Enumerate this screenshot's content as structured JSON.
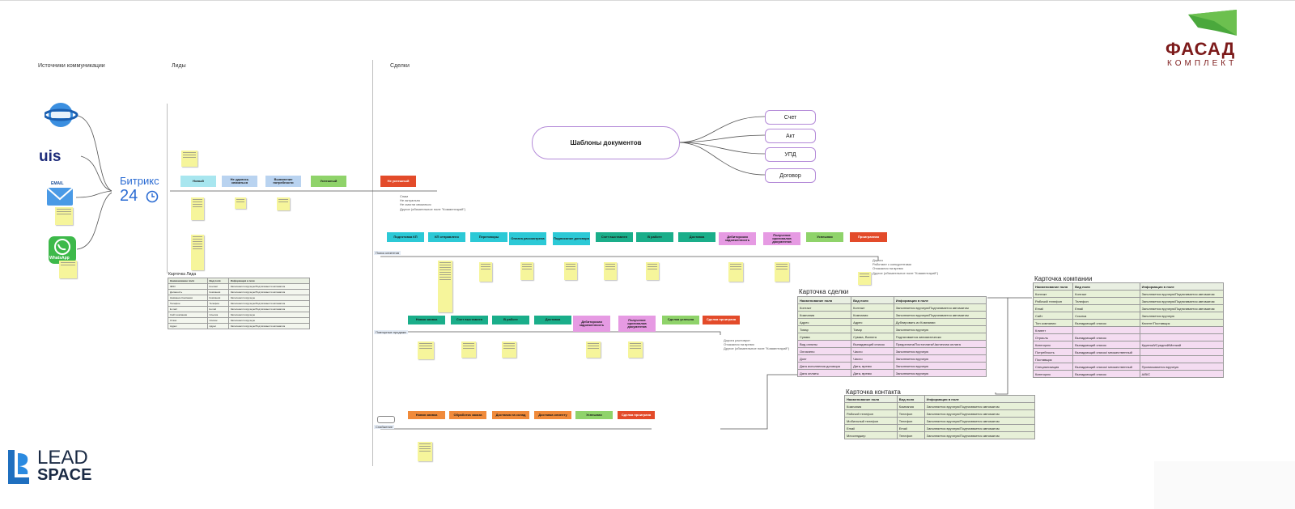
{
  "headers": {
    "sources": "Источники коммуникации",
    "leads": "Лиды",
    "deals": "Сделки"
  },
  "brand": {
    "fasad_line1": "ФАСАД",
    "fasad_line2": "КОМПЛЕКТ",
    "bitrix": "Битрикс",
    "bitrix_num": "24",
    "lead": "LEAD",
    "space": "SPACE",
    "whatsapp": "WhatsApp",
    "email": "EMAIL"
  },
  "mindmap": {
    "center": "Шаблоны документов",
    "items": [
      "Счет",
      "Акт",
      "УПД",
      "Договор"
    ]
  },
  "lead_stages": [
    {
      "label": "Новый",
      "color": "#a8e6ef"
    },
    {
      "label": "Не удалось связаться",
      "color": "#b9d3f0"
    },
    {
      "label": "Выявление потребности",
      "color": "#b9d3f0"
    },
    {
      "label": "Успешный",
      "color": "#8fd36a"
    },
    {
      "label": "Не успешный",
      "color": "#e34b2a"
    }
  ],
  "lead_fail_notes": [
    "Спам",
    "Не актуально",
    "Не смогли связаться",
    "Другое (обязательное поле \"Комментарий\")"
  ],
  "pipeline1": {
    "label": "Поиск клиентов",
    "stages": [
      {
        "label": "Подготовка КП",
        "color": "#2cc9d6"
      },
      {
        "label": "КП отправлено",
        "color": "#2cc9d6"
      },
      {
        "label": "Переговоры",
        "color": "#2cc9d6"
      },
      {
        "label": "Оплата рассмотрена",
        "color": "#2cc9d6"
      },
      {
        "label": "Подписание договора",
        "color": "#2cc9d6"
      },
      {
        "label": "Счет выставлен",
        "color": "#1aae8a"
      },
      {
        "label": "В работе",
        "color": "#1aae8a"
      },
      {
        "label": "Доставка",
        "color": "#1aae8a"
      },
      {
        "label": "Дебиторская задолженность",
        "color": "#e69ae3"
      },
      {
        "label": "Получение оригиналов документов",
        "color": "#e69ae3"
      },
      {
        "label": "Успешная",
        "color": "#8fd36a"
      },
      {
        "label": "Проигранная",
        "color": "#e34b2a"
      }
    ],
    "fail_notes": [
      "Дорого",
      "Работают с конкурентами",
      "Отказался на время",
      "Другое (обязательное поле \"Комментарий\")"
    ]
  },
  "pipeline2": {
    "label": "Повторные продажи",
    "stages": [
      {
        "label": "Новая заявка",
        "color": "#1aae8a"
      },
      {
        "label": "Счет выставлен",
        "color": "#1aae8a"
      },
      {
        "label": "В работе",
        "color": "#1aae8a"
      },
      {
        "label": "Доставка",
        "color": "#1aae8a"
      },
      {
        "label": "Дебиторская задолженность",
        "color": "#e69ae3"
      },
      {
        "label": "Получение оригиналов документов",
        "color": "#e69ae3"
      },
      {
        "label": "Сделка успешна",
        "color": "#8fd36a"
      },
      {
        "label": "Сделка проиграна",
        "color": "#e34b2a"
      }
    ],
    "fail_notes": [
      "Дорога растоврот",
      "Отказался на время",
      "Другое (обязательное поле \"Комментарий\")"
    ]
  },
  "pipeline3": {
    "label": "Снабжение",
    "stages": [
      {
        "label": "Новая заявка",
        "color": "#f08a3a"
      },
      {
        "label": "Обработка заказа",
        "color": "#f08a3a"
      },
      {
        "label": "Доставка на склад",
        "color": "#f08a3a"
      },
      {
        "label": "Доставка клиенту",
        "color": "#f08a3a"
      },
      {
        "label": "Успешная",
        "color": "#8fd36a"
      },
      {
        "label": "Сделка проиграна",
        "color": "#e34b2a"
      }
    ]
  },
  "lead_table": {
    "title": "Карточка Лида",
    "header": [
      "Наименование поля",
      "Вид поля",
      "Информация в поле"
    ],
    "rows": [
      [
        "ФИО",
        "Контакт",
        "Заполняется вручную/Подтягивается автоматом"
      ],
      [
        "Должность",
        "Компания",
        "Заполняется вручную/Подтягивается автоматом"
      ],
      [
        "Название Компании",
        "Компания",
        "Заполняется вручную"
      ],
      [
        "Телефон",
        "Телефон",
        "Заполняется вручную/Подтягивается автоматом"
      ],
      [
        "E-mail",
        "E-mail",
        "Заполняется вручную/Подтягивается автоматом"
      ],
      [
        "Сайт компании",
        "Ссылка",
        "Заполняется вручную"
      ],
      [
        "Отказ",
        "Список",
        "Заполняется вручную"
      ],
      [
        "Адрес",
        "Адрес",
        "Заполняется вручную/Подтягивается автоматом"
      ]
    ]
  },
  "deal_table": {
    "title": "Карточка сделки",
    "header": [
      "Наименование поля",
      "Вид поля",
      "Информация в поле"
    ],
    "rows": [
      [
        "Контакт",
        "Контакт",
        "Заполняется вручную/Подтягивается автоматом"
      ],
      [
        "Компания",
        "Компания",
        "Заполняется вручную/Подтягивается автоматом"
      ],
      [
        "Адрес",
        "Адрес",
        "Дублировать из Компании"
      ],
      [
        "Товар",
        "Товар",
        "Заполняется вручную"
      ],
      [
        "Сумма",
        "Сумма, Валюта",
        "Подтягивается автоматически"
      ],
      [
        "Вид оплаты",
        "Выпадающий список",
        "Предоплата/Постоплата/Частичная оплата"
      ],
      [
        "Оплачено",
        "Число",
        "Заполняется вручную"
      ],
      [
        "Долг",
        "Число",
        "Заполняется вручную"
      ],
      [
        "Дата исполнения договора",
        "Дата, время",
        "Заполняется вручную"
      ],
      [
        "Дата оплаты",
        "Дата, время",
        "Заполняется вручную"
      ]
    ]
  },
  "contact_table": {
    "title": "Карточка контакта",
    "header": [
      "Наименование поля",
      "Вид поля",
      "Информация в поле"
    ],
    "rows": [
      [
        "Компания",
        "Компания",
        "Заполняется вручную/Подтягивается автоматом"
      ],
      [
        "Рабочий телефон",
        "Телефон",
        "Заполняется вручную/Подтягивается автоматом"
      ],
      [
        "Мобильный телефон",
        "Телефон",
        "Заполняется вручную/Подтягивается автоматом"
      ],
      [
        "Email",
        "Email",
        "Заполняется вручную/Подтягивается автоматом"
      ],
      [
        "Мессенджер",
        "Телефон",
        "Заполняется вручную/Подтягивается автоматом"
      ]
    ]
  },
  "company_table": {
    "title": "Карточка компании",
    "header": [
      "Наименование поля",
      "Вид поля",
      "Информация в поле"
    ],
    "rows": [
      [
        "Контакт",
        "Контакт",
        "Заполняется вручную/Подтягивается автоматом"
      ],
      [
        "Рабочий телефон",
        "Телефон",
        "Заполняется вручную/Подтягивается автоматом"
      ],
      [
        "Email",
        "Email",
        "Заполняется вручную/Подтягивается автоматом"
      ],
      [
        "Сайт",
        "Ссылка",
        "Заполняется вручную"
      ],
      [
        "Тип компании",
        "Выпадающий список",
        "Клиент/Поставщик"
      ],
      [
        "Клиент",
        "",
        ""
      ],
      [
        "Отрасль",
        "Выпадающий список",
        ""
      ],
      [
        "Категория",
        "Выпадающий список",
        "Крупный/Средний/Мелкий"
      ],
      [
        "Потребность",
        "Выпадающий список/ множественный",
        ""
      ],
      [
        "Поставщик",
        "",
        ""
      ],
      [
        "Специализация",
        "Выпадающий список/ множественный",
        "Прописывается вручную"
      ],
      [
        "Категория",
        "Выпадающий список",
        "А/В/С"
      ]
    ]
  }
}
